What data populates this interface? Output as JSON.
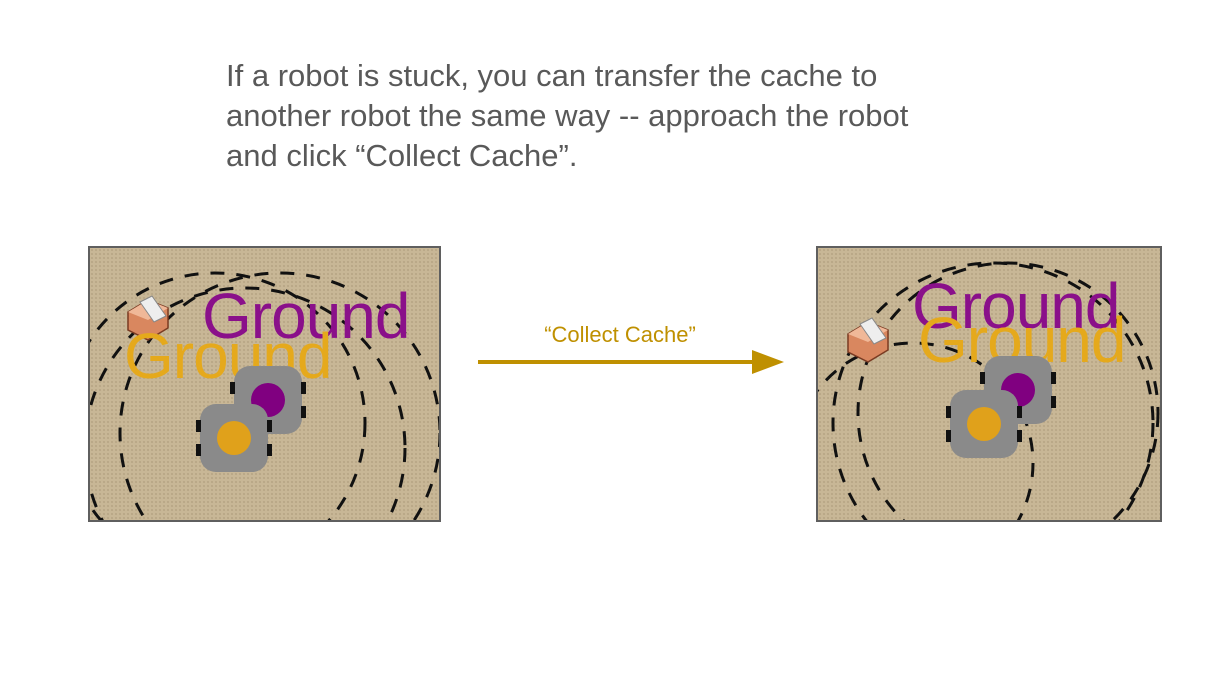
{
  "instructions": {
    "text": "If a robot is stuck, you can transfer the cache to\nanother robot the same way -- approach the robot\nand click “Collect Cache”."
  },
  "before_panel": {
    "ground_label_purple": "Ground",
    "ground_label_orange": "Ground"
  },
  "transition": {
    "label": "“Collect Cache”",
    "color": "#bf9000"
  },
  "after_panel": {
    "ground_label_purple": "Ground",
    "ground_label_orange": "Ground"
  },
  "colors": {
    "purple_robot": "#800080",
    "orange_robot": "#e0a11b",
    "ground_purple": "#8a108a",
    "ground_orange": "#e5a91c",
    "background": "#c8b796"
  },
  "icons": [
    "cache-box-icon",
    "robot-icon",
    "arrow-right-icon"
  ]
}
